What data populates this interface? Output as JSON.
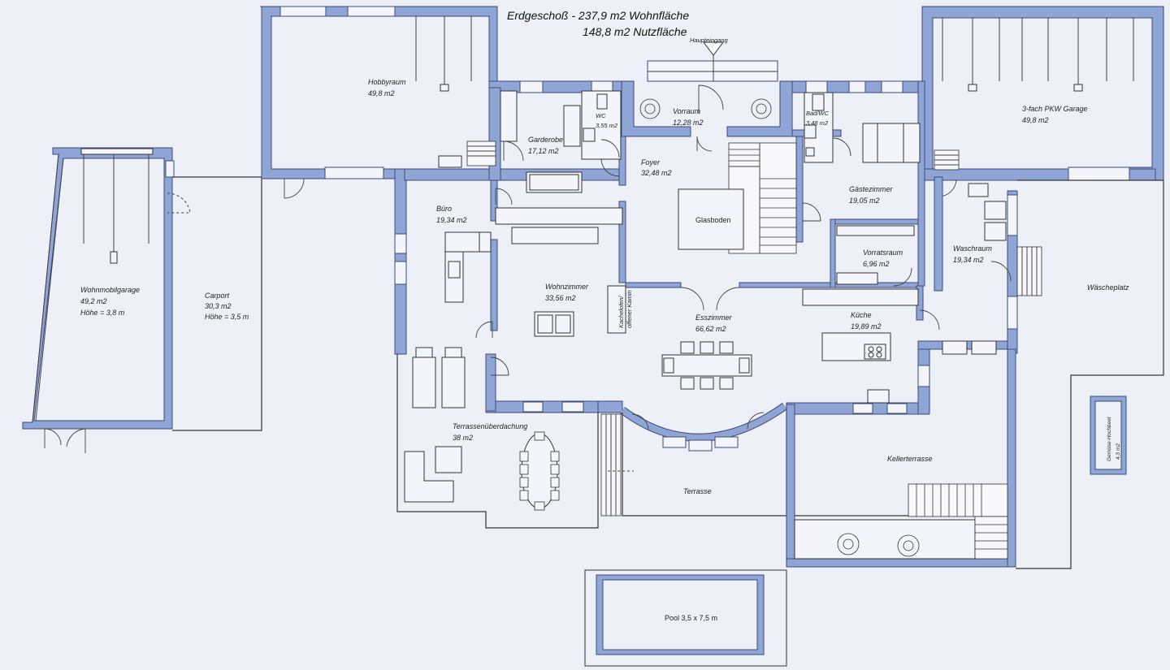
{
  "title": {
    "line1": "Erdgeschoß - 237,9 m2 Wohnfläche",
    "line2": "148,8 m2 Nutzfläche"
  },
  "entrance": {
    "label": "Haupteingang"
  },
  "rooms": {
    "hobbyraum": {
      "name": "Hobbyraum",
      "area": "49,8 m2"
    },
    "garderobe": {
      "name": "Garderobe",
      "area": "17,12 m2"
    },
    "wc": {
      "name": "WC",
      "area": "3,55 m2"
    },
    "vorraum": {
      "name": "Vorraum",
      "area": "12,28 m2"
    },
    "badwc": {
      "name": "Bad/WC",
      "area": "3,48 m2"
    },
    "garage": {
      "name": "3-fach PKW Garage",
      "area": "49,8 m2"
    },
    "foyer": {
      "name": "Foyer",
      "area": "32,48 m2"
    },
    "glasboden": {
      "name": "Glasboden"
    },
    "gaestezimmer": {
      "name": "Gästezimmer",
      "area": "19,05 m2"
    },
    "buero": {
      "name": "Büro",
      "area": "19,34 m2"
    },
    "vorratsraum": {
      "name": "Vorratsraum",
      "area": "6,96 m2"
    },
    "waschraum": {
      "name": "Waschraum",
      "area": "19,34 m2"
    },
    "waescheplatz": {
      "name": "Wäscheplatz"
    },
    "wohnmobilgarage": {
      "name": "Wohnmobilgarage",
      "area": "49,2 m2",
      "height": "Höhe = 3,8 m"
    },
    "carport": {
      "name": "Carport",
      "area": "30,3 m2",
      "height": "Höhe = 3,5 m"
    },
    "wohnzimmer": {
      "name": "Wohnzimmer",
      "area": "33,56 m2"
    },
    "kamin": {
      "line1": "Kachelofen/",
      "line2": "offener Kamin"
    },
    "esszimmer": {
      "name": "Esszimmer",
      "area": "66,62 m2"
    },
    "kueche": {
      "name": "Küche",
      "area": "19,89 m2"
    },
    "terrassenueberdachung": {
      "name": "Terrassenüberdachung",
      "area": "38 m2"
    },
    "kellerterrasse": {
      "name": "Kellerterrasse"
    },
    "terrasse": {
      "name": "Terrasse"
    },
    "hochbeet": {
      "name": "Gemüse-Hochbeet",
      "area": "4,3 m2"
    },
    "pool": {
      "name": "Pool 3,5 x 7,5 m"
    }
  },
  "colors": {
    "wall": "#8fa5d6",
    "background": "#eef0f7",
    "lines": "#333333"
  }
}
